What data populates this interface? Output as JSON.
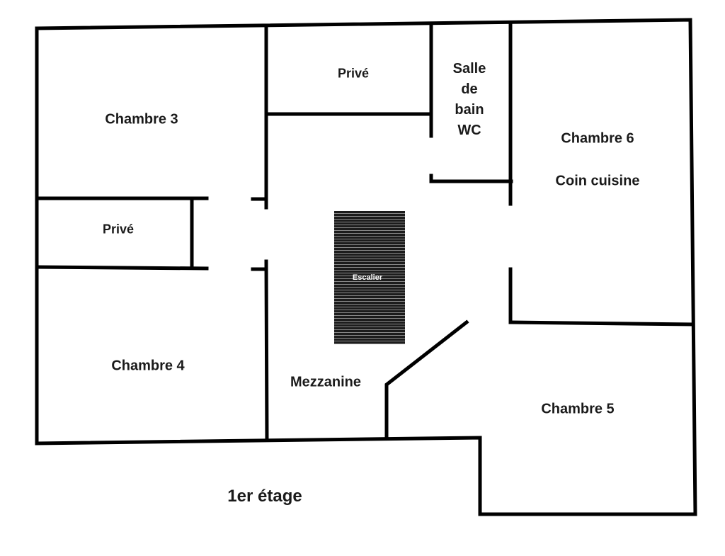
{
  "floor_label": "1er étage",
  "rooms": {
    "chambre3": "Chambre 3",
    "prive_left": "Privé",
    "chambre4": "Chambre 4",
    "prive_top": "Privé",
    "sdb": [
      "Salle",
      "de",
      "bain",
      "WC"
    ],
    "chambre6": "Chambre 6",
    "coin_cuisine": "Coin cuisine",
    "escalier": "Escalier",
    "mezzanine": "Mezzanine",
    "chambre5": "Chambre 5"
  }
}
